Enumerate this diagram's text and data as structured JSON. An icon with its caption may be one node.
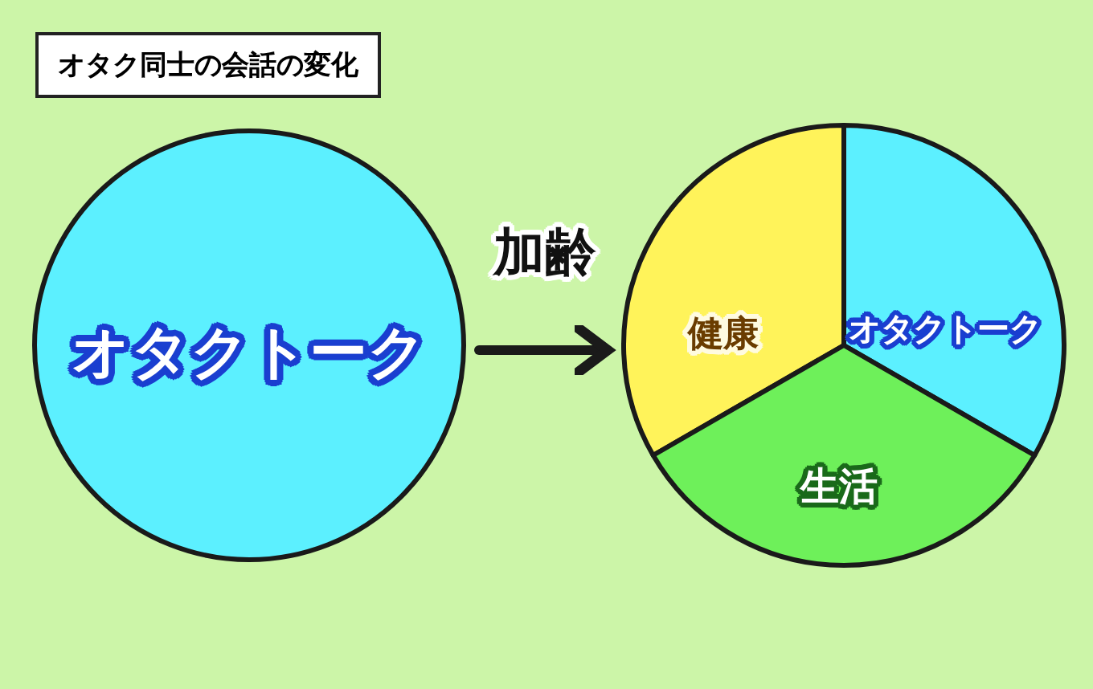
{
  "diagram": {
    "title": "オタク同士の会話の変化",
    "nodes": [
      {
        "text": [
          "オタクトーク"
        ]
      },
      {
        "text": [],
        "shape": "circle"
      },
      {
        "text": [
          "健康"
        ],
        "in": 1
      },
      {
        "text": [
          "オタクトーク"
        ],
        "in": 1
      },
      {
        "text": [
          "生活"
        ],
        "in": 1
      }
    ],
    "edges": [
      {
        "from": 0,
        "to": 1,
        "arrow": "to",
        "label": "加齢"
      }
    ]
  }
}
